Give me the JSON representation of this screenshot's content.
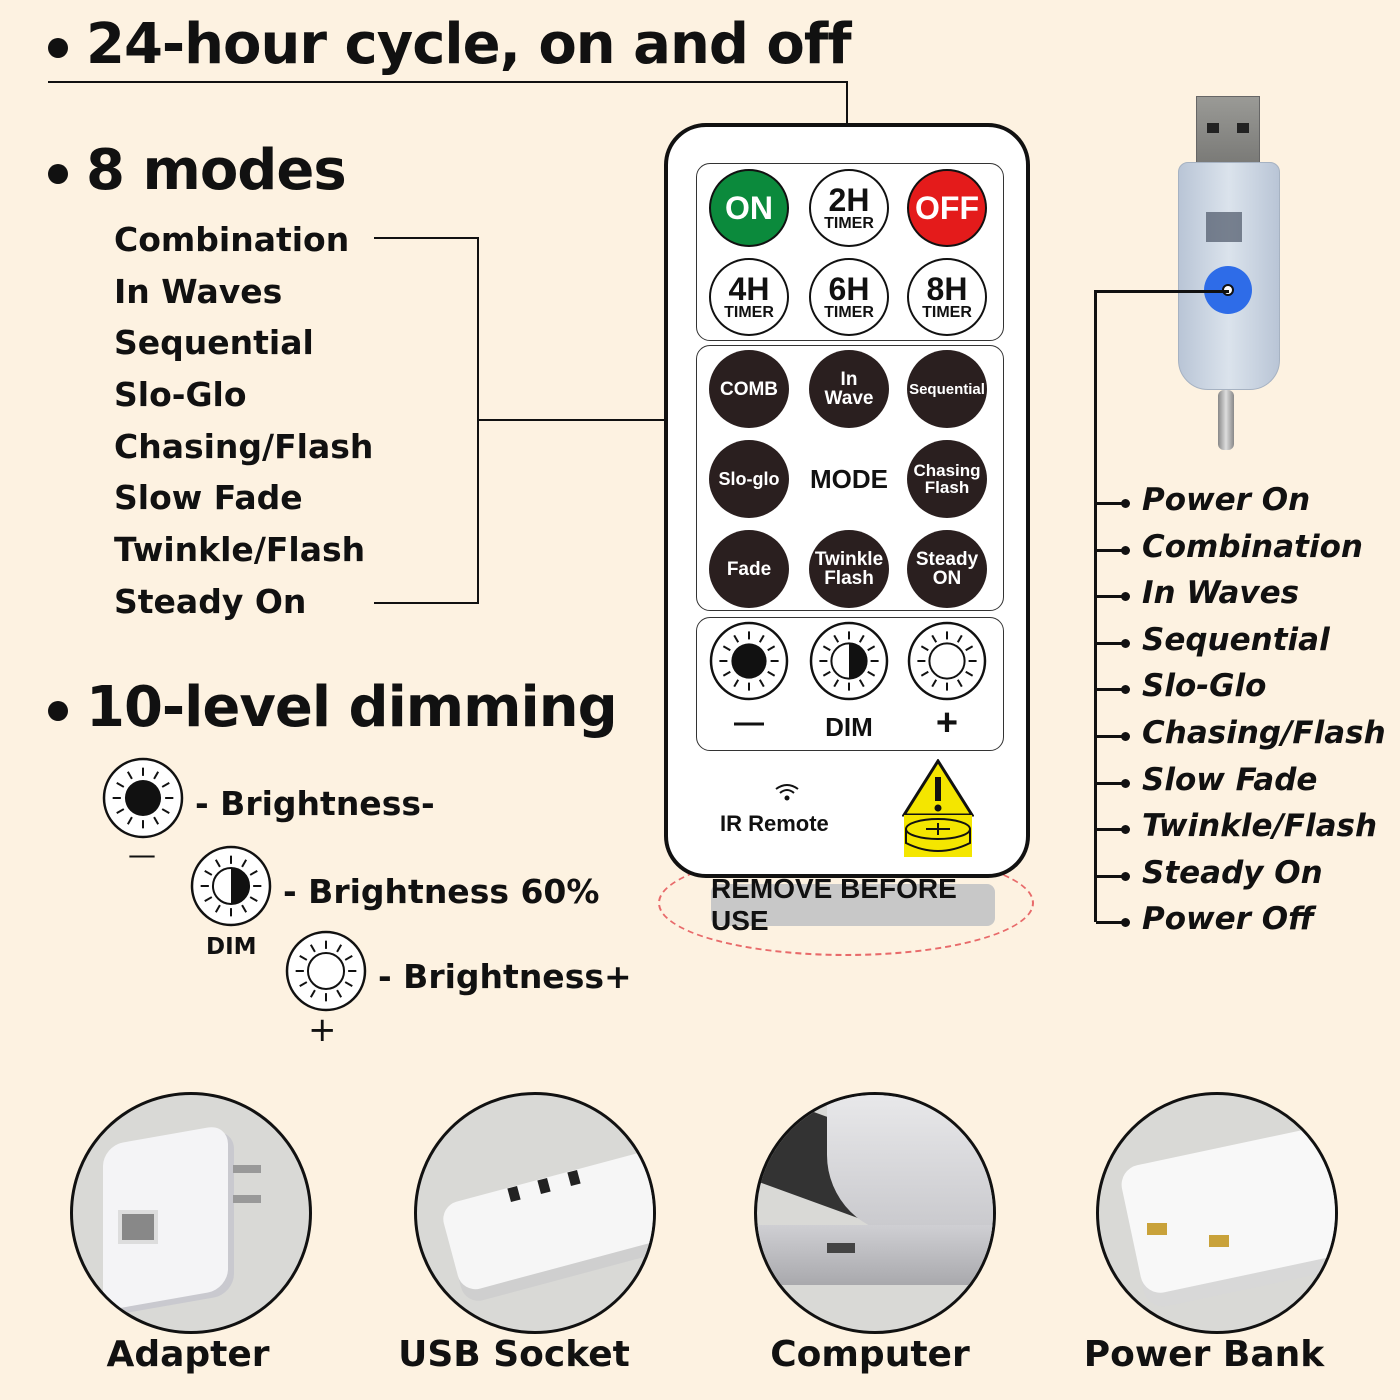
{
  "headings": {
    "cycle": "24-hour cycle, on and off",
    "modes": "8 modes",
    "dimming": "10-level dimming"
  },
  "modes_list": [
    "Combination",
    "In Waves",
    "Sequential",
    "Slo-Glo",
    "Chasing/Flash",
    "Slow Fade",
    "Twinkle/Flash",
    "Steady On"
  ],
  "dimming": {
    "minus_label": "- Brightness-",
    "mid_label": "- Brightness 60%",
    "plus_label": "- Brightness+",
    "minus_sign": "—",
    "dim": "DIM",
    "plus_sign": "+"
  },
  "remote": {
    "timer_buttons": [
      {
        "big": "ON"
      },
      {
        "big": "2H",
        "small": "TIMER"
      },
      {
        "big": "OFF"
      },
      {
        "big": "4H",
        "small": "TIMER"
      },
      {
        "big": "6H",
        "small": "TIMER"
      },
      {
        "big": "8H",
        "small": "TIMER"
      }
    ],
    "mode_buttons": {
      "comb": "COMB",
      "in1": "In",
      "in2": "Wave",
      "seq": "Sequential",
      "slo": "Slo-glo",
      "mode": "MODE",
      "ch1": "Chasing",
      "ch2": "Flash",
      "fade": "Fade",
      "tw1": "Twinkle",
      "tw2": "Flash",
      "st1": "Steady",
      "st2": "ON"
    },
    "dim": {
      "minus": "—",
      "label": "DIM",
      "plus": "+"
    },
    "ir_label": "IR Remote",
    "remove_tab": "REMOVE BEFORE USE",
    "colors": {
      "on": "#0b8a3c",
      "off": "#e41b1b"
    }
  },
  "controller_list": [
    "Power On",
    "Combination",
    "In Waves",
    "Sequential",
    "Slo-Glo",
    "Chasing/Flash",
    "Slow Fade",
    "Twinkle/Flash",
    "Steady On",
    "Power Off"
  ],
  "power_sources": [
    "Adapter",
    "USB Socket",
    "Computer",
    "Power Bank"
  ]
}
